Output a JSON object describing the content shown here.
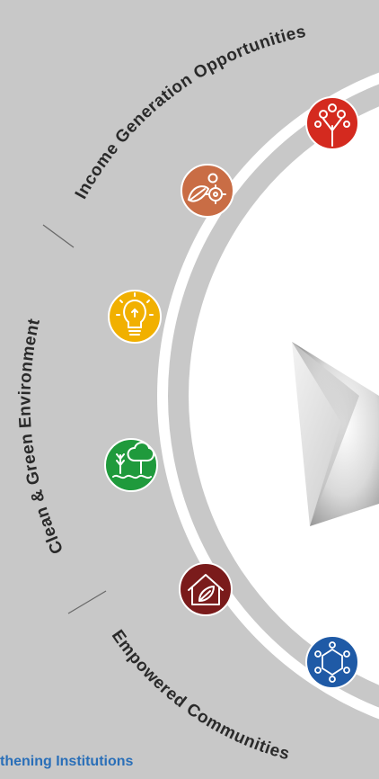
{
  "arc_labels": {
    "income": "Income Generation Opportunities",
    "environment": "Clean & Green Environment",
    "communities": "Empowered Communities"
  },
  "bottom_label": "thening Institutions",
  "colors": {
    "background": "#c8c8c8",
    "ring": "#ffffff",
    "red_icon": "#d42a1f",
    "orange_icon": "#c96d45",
    "yellow_icon": "#f1b000",
    "green_icon": "#1f9a3c",
    "maroon_icon": "#7a1b1b",
    "blue_icon": "#1f5aa6",
    "label_text": "#2a2a2a",
    "bottom_text": "#2a6fb8"
  },
  "icons": [
    {
      "name": "tree-people-icon",
      "color": "#d42a1f"
    },
    {
      "name": "leaf-gears-icon",
      "color": "#c96d45"
    },
    {
      "name": "lightbulb-icon",
      "color": "#f1b000"
    },
    {
      "name": "tree-wheat-water-icon",
      "color": "#1f9a3c"
    },
    {
      "name": "house-leaf-icon",
      "color": "#7a1b1b"
    },
    {
      "name": "people-circle-icon",
      "color": "#1f5aa6"
    }
  ]
}
